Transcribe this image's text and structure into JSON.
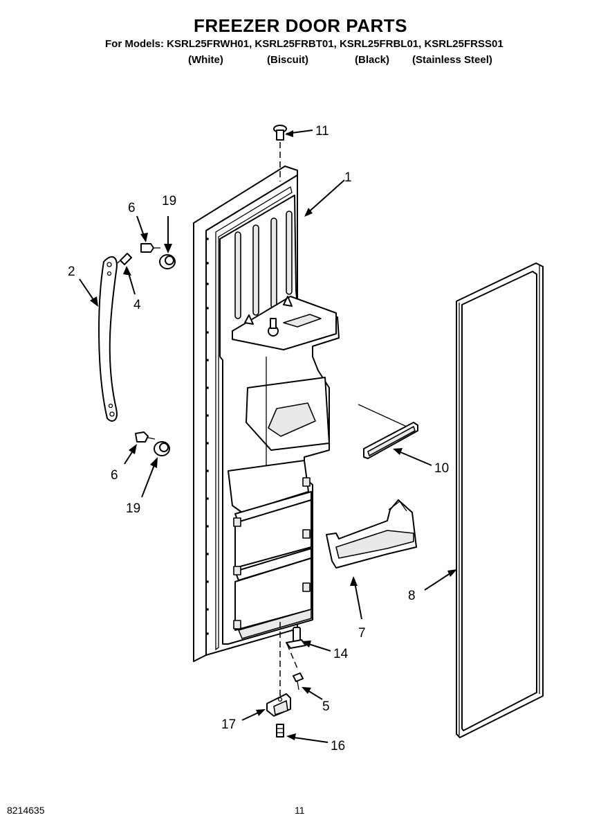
{
  "title": "FREEZER DOOR PARTS",
  "models_line": "For Models: KSRL25FRWH01, KSRL25FRBT01, KSRL25FRBL01, KSRL25FRSS01",
  "finishes": [
    "(White)",
    "(Biscuit)",
    "(Black)",
    "(Stainless Steel)"
  ],
  "callouts": {
    "c1": "1",
    "c2": "2",
    "c4": "4",
    "c5": "5",
    "c6a": "6",
    "c6b": "6",
    "c7": "7",
    "c8": "8",
    "c10": "10",
    "c11": "11",
    "c14": "14",
    "c16": "16",
    "c17": "17",
    "c19a": "19",
    "c19b": "19"
  },
  "footer": {
    "doc_number": "8214635",
    "page_number": "11"
  }
}
